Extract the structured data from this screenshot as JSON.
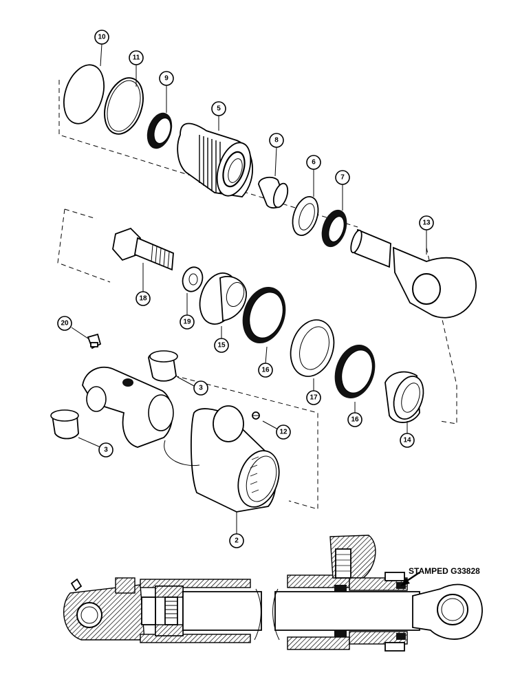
{
  "callouts": [
    {
      "id": "c10",
      "label": "10"
    },
    {
      "id": "c11",
      "label": "11"
    },
    {
      "id": "c9",
      "label": "9"
    },
    {
      "id": "c5",
      "label": "5"
    },
    {
      "id": "c8",
      "label": "8"
    },
    {
      "id": "c6",
      "label": "6"
    },
    {
      "id": "c7",
      "label": "7"
    },
    {
      "id": "c13",
      "label": "13"
    },
    {
      "id": "c18",
      "label": "18"
    },
    {
      "id": "c19",
      "label": "19"
    },
    {
      "id": "c15",
      "label": "15"
    },
    {
      "id": "c16a",
      "label": "16"
    },
    {
      "id": "c17",
      "label": "17"
    },
    {
      "id": "c16b",
      "label": "16"
    },
    {
      "id": "c14",
      "label": "14"
    },
    {
      "id": "c20",
      "label": "20"
    },
    {
      "id": "c3a",
      "label": "3"
    },
    {
      "id": "c3b",
      "label": "3"
    },
    {
      "id": "c12",
      "label": "12"
    },
    {
      "id": "c2",
      "label": "2"
    }
  ],
  "stamp_text": "STAMPED G33828"
}
